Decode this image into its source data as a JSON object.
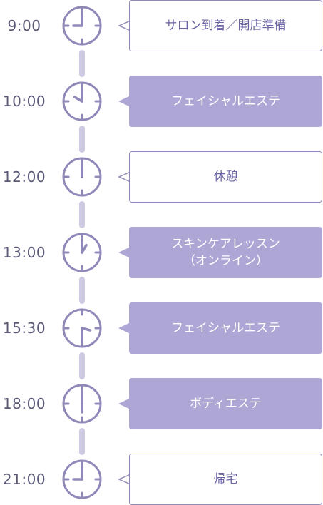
{
  "colors": {
    "accent": "#8f89b9",
    "filled_bubble": "#aea6d4",
    "connector": "#cfcae3",
    "time_text": "#5a5a78",
    "outline_text": "#6a64a4"
  },
  "schedule": [
    {
      "time": "9:00",
      "label": "サロン到着／開店準備",
      "style": "outline",
      "clock_icon": "clock-9-icon"
    },
    {
      "time": "10:00",
      "label": "フェイシャルエステ",
      "style": "filled",
      "clock_icon": "clock-10-icon"
    },
    {
      "time": "12:00",
      "label": "休憩",
      "style": "outline",
      "clock_icon": "clock-12-icon"
    },
    {
      "time": "13:00",
      "label": "スキンケアレッスン\n（オンライン）",
      "style": "filled",
      "clock_icon": "clock-1-icon"
    },
    {
      "time": "15:30",
      "label": "フェイシャルエステ",
      "style": "filled",
      "clock_icon": "clock-330-icon"
    },
    {
      "time": "18:00",
      "label": "ボディエステ",
      "style": "filled",
      "clock_icon": "clock-6-icon"
    },
    {
      "time": "21:00",
      "label": "帰宅",
      "style": "outline",
      "clock_icon": "clock-9-icon"
    }
  ]
}
